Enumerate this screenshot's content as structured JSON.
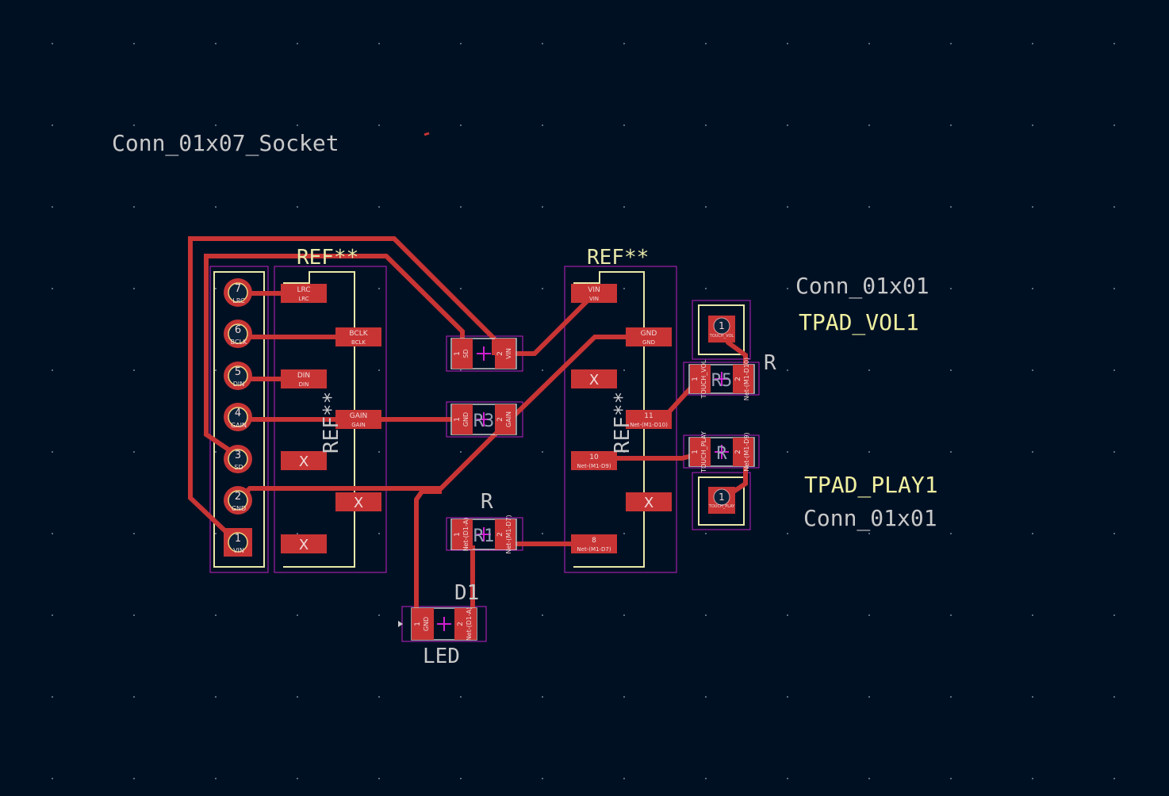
{
  "colors": {
    "background": "#001023",
    "grid": "#5a6a80",
    "copper": "#c83434",
    "pad_text": "#f2d9d9",
    "silkscreen": "#e8e8a8",
    "fab_text": "#c8c8c8",
    "courtyard": "#c020c0",
    "drill_hole": "#0b2238",
    "marker": "#d020d0"
  },
  "labels": {
    "conn_socket_value": "Conn_01x07_Socket",
    "ref_left": "REF**",
    "ref_right": "REF**",
    "ref_left_vertical": "REF**",
    "ref_right_vertical": "REF**",
    "conn_vol_value": "Conn_01x01",
    "tpad_vol_ref": "TPAD_VOL1",
    "r_vol_value": "R",
    "tpad_play_ref": "TPAD_PLAY1",
    "conn_play_value": "Conn_01x01",
    "r1_value": "R",
    "d1_ref": "D1",
    "led_value": "LED"
  },
  "connector": {
    "pins": [
      {
        "num": "7",
        "net": "LRC"
      },
      {
        "num": "6",
        "net": "BCLK"
      },
      {
        "num": "5",
        "net": "DIN"
      },
      {
        "num": "4",
        "net": "GAIN"
      },
      {
        "num": "3",
        "net": "SD"
      },
      {
        "num": "2",
        "net": "GND"
      },
      {
        "num": "1",
        "net": "VIN"
      }
    ]
  },
  "module_left": {
    "pads": [
      {
        "l1": "LRC",
        "l2": "LRC"
      },
      {
        "l1": "BCLK",
        "l2": "BCLK"
      },
      {
        "l1": "DIN",
        "l2": "DIN"
      },
      {
        "l1": "GAIN",
        "l2": "GAIN"
      },
      {
        "l1": "X"
      },
      {
        "l1": "X"
      },
      {
        "l1": "X"
      }
    ]
  },
  "module_right": {
    "pads": [
      {
        "l1": "VIN",
        "l2": "VIN"
      },
      {
        "l1": "GND",
        "l2": "GND"
      },
      {
        "l1": "X"
      },
      {
        "l1": "11",
        "l2": "Net-(M1-D10)"
      },
      {
        "l1": "10",
        "l2": "Net-(M1-D9)"
      },
      {
        "l1": "X"
      },
      {
        "l1": "8",
        "l2": "Net-(M1-D7)"
      }
    ]
  },
  "smd": {
    "top": {
      "ref": "",
      "p1": "1",
      "p1net": "SD",
      "p2": "2",
      "p2net": "VIN"
    },
    "r3": {
      "ref": "R3",
      "p1": "1",
      "p1net": "GND",
      "p2": "2",
      "p2net": "GAIN"
    },
    "r1": {
      "ref": "R1",
      "p1": "1",
      "p1net": "Net-(D1-A)",
      "p2": "2",
      "p2net": "Net-(M1-D7)"
    },
    "d1": {
      "ref": "",
      "p1": "1",
      "p1net": "GND",
      "p2": "2",
      "p2net": "Net-(D1-A)"
    },
    "r5": {
      "ref": "R5",
      "p1": "1",
      "p1net": "TOUCH_VOL",
      "p2": "2",
      "p2net": "Net-(M1-D10)"
    },
    "rplay": {
      "ref": "R",
      "p1": "1",
      "p1net": "TOUCH_PLAY",
      "p2": "2",
      "p2net": "Net-(M1-D9)"
    }
  },
  "touch_pads": {
    "vol": {
      "num": "1",
      "net": "TOUCH_VOL"
    },
    "play": {
      "num": "1",
      "net": "TOUCH_PLAY"
    }
  }
}
